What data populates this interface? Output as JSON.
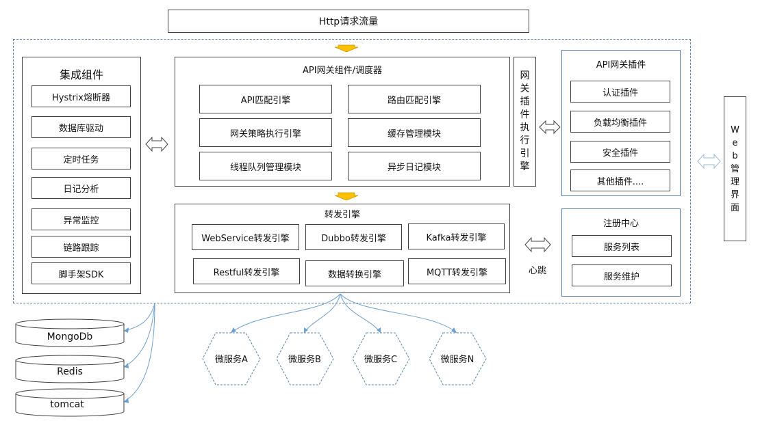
{
  "http_bar": "Http请求流量",
  "integration": {
    "title": "集成组件",
    "items": [
      "Hystrix熔断器",
      "数据库驱动",
      "定时任务",
      "日记分析",
      "异常监控",
      "链路跟踪",
      "脚手架SDK"
    ]
  },
  "gateway": {
    "title": "API网关组件/调度器",
    "items": [
      "API匹配引擎",
      "路由匹配引擎",
      "网关策略执行引擎",
      "缓存管理模块",
      "线程队列管理模块",
      "异步日记模块"
    ]
  },
  "plugin_engine": [
    "网",
    "关",
    "插",
    "件",
    "执",
    "行",
    "引",
    "擎"
  ],
  "plugins": {
    "title": "API网关插件",
    "items": [
      "认证插件",
      "负载均衡插件",
      "安全插件",
      "其他插件...."
    ]
  },
  "forwarding": {
    "title": "转发引擎",
    "items": [
      "WebService转发引擎",
      "Dubbo转发引擎",
      "Kafka转发引擎",
      "Restful转发引擎",
      "数据转换引擎",
      "MQTT转发引擎"
    ]
  },
  "registry": {
    "title": "注册中心",
    "items": [
      "服务列表",
      "服务维护"
    ]
  },
  "heartbeat": "心跳",
  "web_ui": [
    "W",
    "e",
    "b",
    "管",
    "理",
    "界",
    "面"
  ],
  "databases": [
    "MongoDb",
    "Redis",
    "tomcat"
  ],
  "microservices": [
    "微服务A",
    "微服务B",
    "微服务C",
    "微服务N"
  ],
  "colors": {
    "box_border": "#404040",
    "blue_border": "#5b7fa8",
    "dashed": "#5b7fa8",
    "arrow_fill": "#ffc000",
    "connector": "#6d9fd0"
  }
}
